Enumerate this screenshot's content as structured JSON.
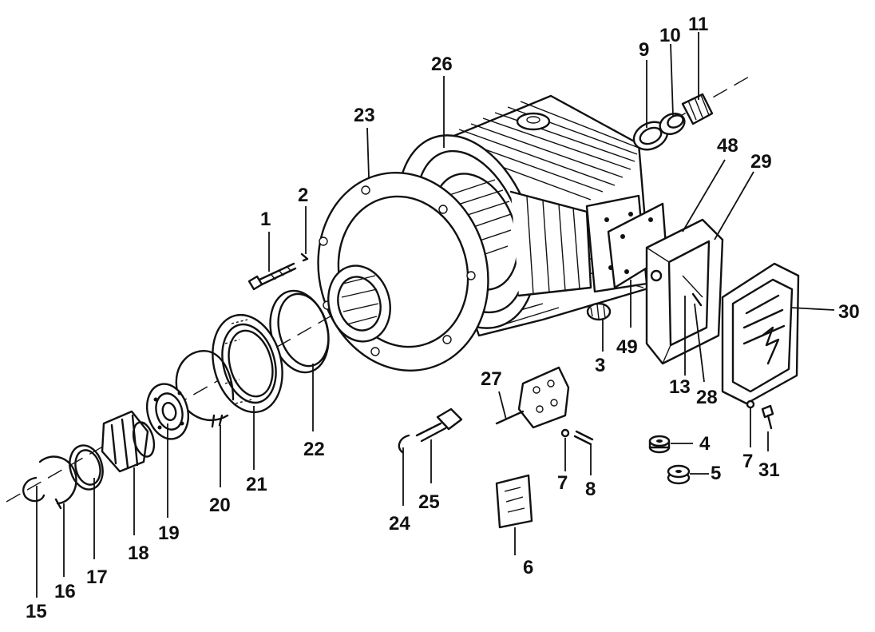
{
  "diagram": {
    "callouts": [
      "1",
      "2",
      "3",
      "4",
      "5",
      "6",
      "7",
      "8",
      "9",
      "10",
      "11",
      "13",
      "15",
      "16",
      "17",
      "18",
      "19",
      "20",
      "21",
      "22",
      "23",
      "24",
      "25",
      "26",
      "27",
      "28",
      "29",
      "30",
      "31",
      "48",
      "49",
      "7"
    ]
  }
}
